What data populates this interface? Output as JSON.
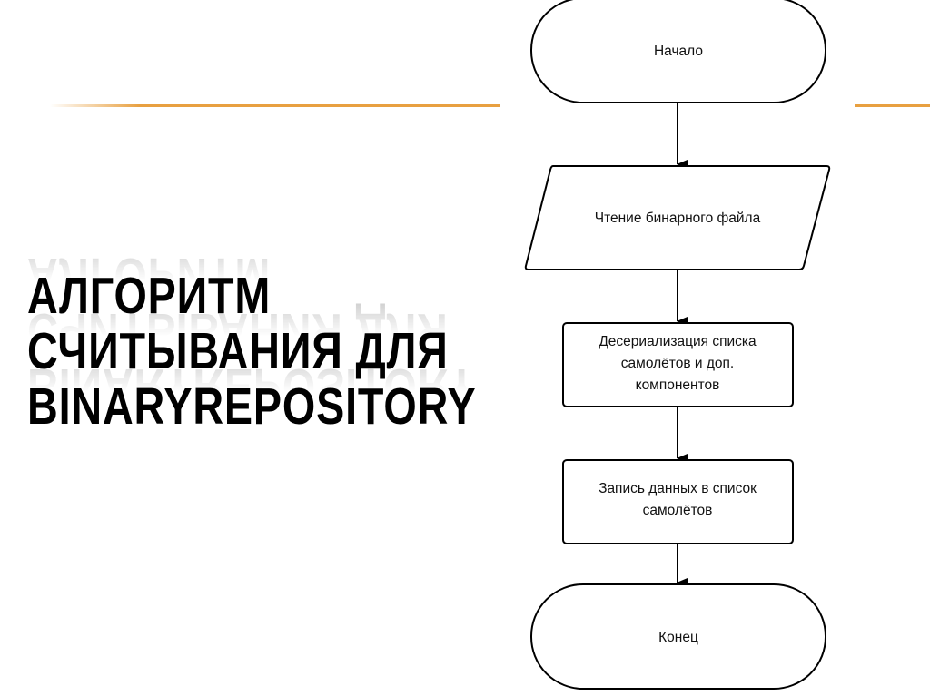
{
  "slide": {
    "title_lines": [
      "АЛГОРИТМ",
      "СЧИТЫВАНИЯ ДЛЯ",
      "BINARYREPOSITORY"
    ],
    "accent_color": "#e8a040"
  },
  "flowchart": {
    "nodes": [
      {
        "id": "start",
        "type": "terminator",
        "lines": [
          "Начало"
        ]
      },
      {
        "id": "read",
        "type": "io",
        "lines": [
          "Чтение бинарного файла"
        ]
      },
      {
        "id": "deserialize",
        "type": "process",
        "lines": [
          "Десериализация списка",
          "самолётов и доп.",
          "компонентов"
        ]
      },
      {
        "id": "write",
        "type": "process",
        "lines": [
          "Запись данных в список",
          "самолётов"
        ]
      },
      {
        "id": "end",
        "type": "terminator",
        "lines": [
          "Конец"
        ]
      }
    ],
    "edges": [
      {
        "from": "start",
        "to": "read"
      },
      {
        "from": "read",
        "to": "deserialize"
      },
      {
        "from": "deserialize",
        "to": "write"
      },
      {
        "from": "write",
        "to": "end"
      }
    ]
  }
}
